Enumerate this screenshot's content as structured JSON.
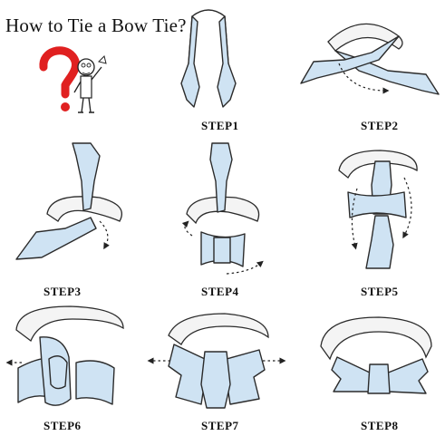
{
  "title": "How to Tie a Bow Tie?",
  "steps": [
    {
      "label": "STEP1"
    },
    {
      "label": "STEP2"
    },
    {
      "label": "STEP3"
    },
    {
      "label": "STEP4"
    },
    {
      "label": "STEP5"
    },
    {
      "label": "STEP6"
    },
    {
      "label": "STEP7"
    },
    {
      "label": "STEP8"
    }
  ],
  "colors": {
    "tie_fill": "#cfe3f3",
    "tie_stripe": "#6b9ecb",
    "question_mark": "#e02020",
    "outline": "#2b2b2b"
  }
}
